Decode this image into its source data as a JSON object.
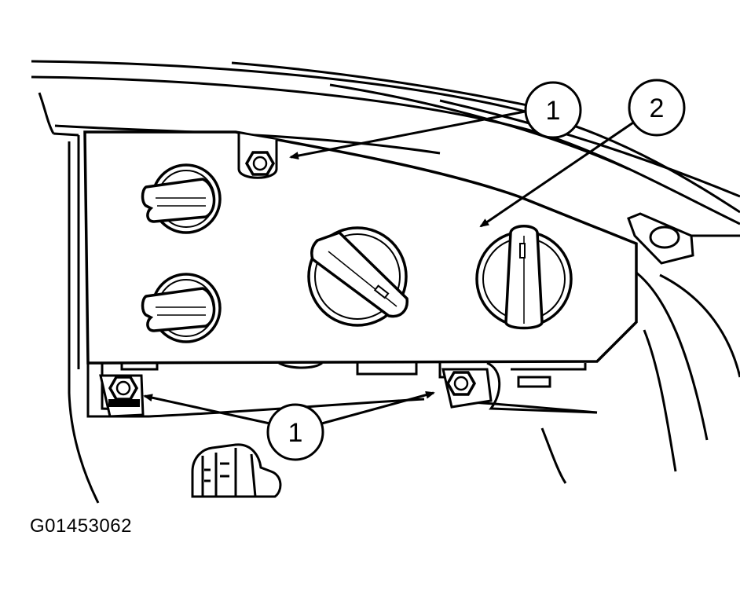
{
  "figure_id": "G01453062",
  "callouts": [
    {
      "label": "1",
      "target": "upper-nut"
    },
    {
      "label": "2",
      "target": "control-panel"
    },
    {
      "label": "1",
      "target": "lower-nuts"
    }
  ],
  "colors": {
    "line": "#000000",
    "background": "#ffffff"
  }
}
